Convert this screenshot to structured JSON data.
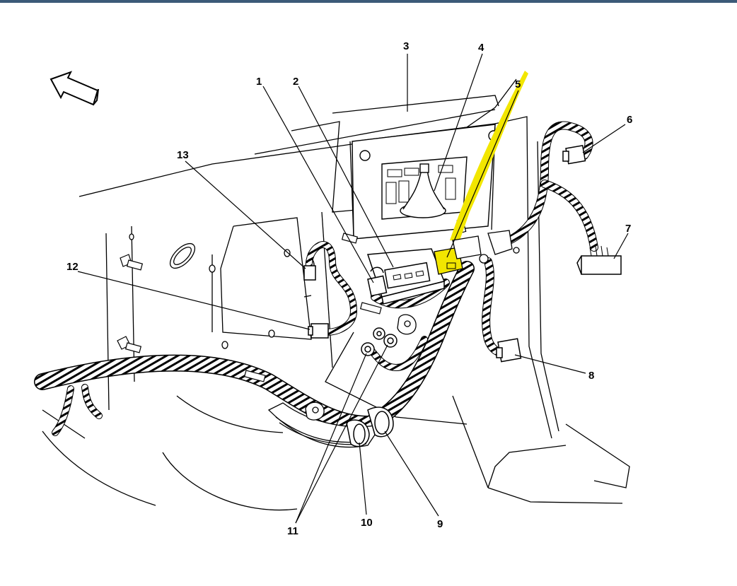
{
  "diagram": {
    "highlight_color": "#f2e600",
    "line_color": "#000000",
    "callouts": [
      {
        "id": "1",
        "label": "1"
      },
      {
        "id": "2",
        "label": "2"
      },
      {
        "id": "3",
        "label": "3"
      },
      {
        "id": "4",
        "label": "4"
      },
      {
        "id": "5",
        "label": "5"
      },
      {
        "id": "6",
        "label": "6"
      },
      {
        "id": "7",
        "label": "7"
      },
      {
        "id": "8",
        "label": "8"
      },
      {
        "id": "9",
        "label": "9"
      },
      {
        "id": "10",
        "label": "10"
      },
      {
        "id": "11",
        "label": "11"
      },
      {
        "id": "12",
        "label": "12"
      },
      {
        "id": "13",
        "label": "13"
      }
    ]
  }
}
